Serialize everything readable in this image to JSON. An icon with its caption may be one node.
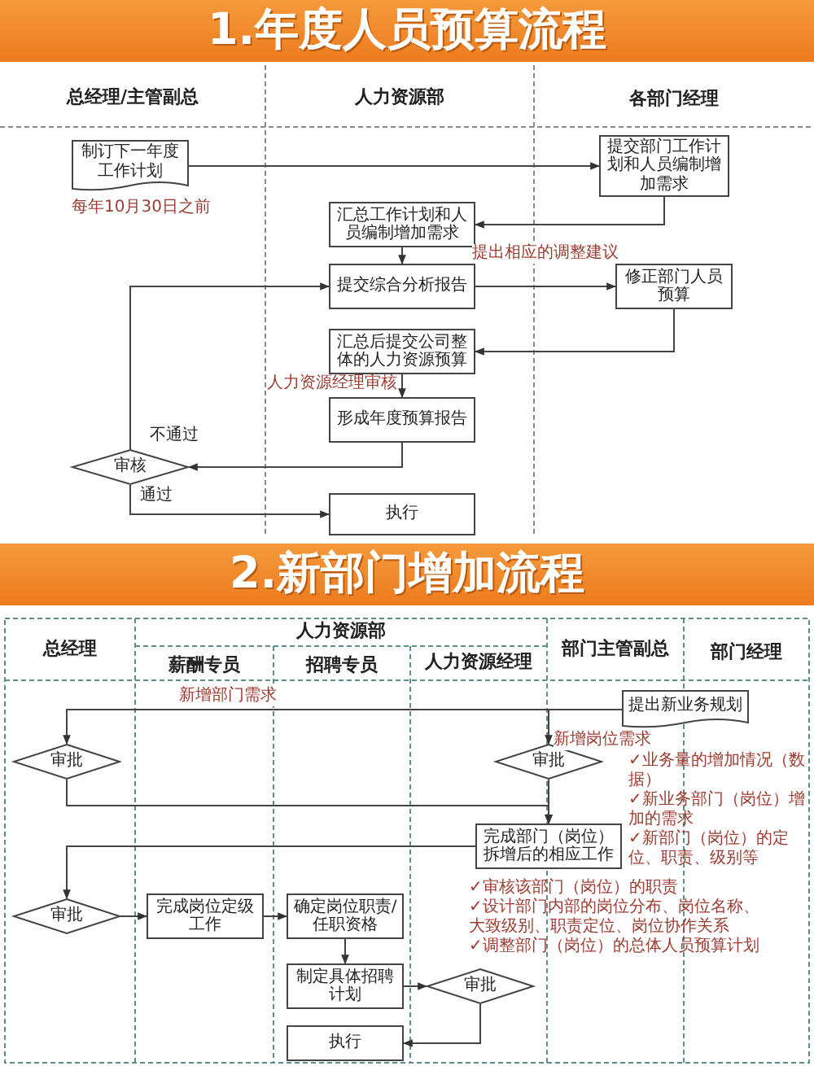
{
  "diagram": {
    "title": "1.年度人员预算流程",
    "nodes": [
      {
        "text": [
          "制订下一年度工作计划"
        ],
        "beside": [
          "每年10月30日之前"
        ]
      },
      {
        "text": [
          "提交部门工作计划和人员编制增加需求"
        ]
      },
      {
        "text": [
          "汇总工作计划和人员编制增加需求"
        ]
      },
      {
        "text": [
          "提交综合分析报告"
        ]
      },
      {
        "text": [
          "修正部门人员预算"
        ]
      },
      {
        "text": [
          "汇总后提交公司整体的人力资源预算"
        ]
      },
      {
        "text": [
          "形成年度预算报告"
        ]
      },
      {
        "text": [
          "审核"
        ]
      },
      {
        "text": [
          "执行"
        ]
      },
      {
        "text": [
          "提出新业务规划"
        ]
      },
      {
        "text": [
          "审批"
        ]
      },
      {
        "text": [
          "审批"
        ]
      },
      {
        "text": [
          "完成部门（岗位）拆增后的相应工作"
        ],
        "beside": [
          "✓审核该部门（岗位）的职责",
          "✓设计部门内部的岗位分布、岗位名称、大致级别、职责定位、岗位协作关系",
          "✓调整部门（岗位）的总体人员预算计划"
        ]
      },
      {
        "text": [
          "审批"
        ]
      },
      {
        "text": [
          "完成岗位定级工作"
        ]
      },
      {
        "text": [
          "确定岗位职责/任职资格"
        ]
      },
      {
        "text": [
          "制定具体招聘计划"
        ]
      },
      {
        "text": [
          "审批"
        ]
      },
      {
        "text": [
          "执行"
        ]
      }
    ],
    "edges": [
      {
        "from": 0,
        "to": 1,
        "arrow": "to"
      },
      {
        "from": 1,
        "to": 2,
        "arrow": "to"
      },
      {
        "from": 2,
        "to": 3,
        "arrow": "to"
      },
      {
        "from": 3,
        "to": 4,
        "arrow": "to",
        "label": "提出相应的调整建议"
      },
      {
        "from": 4,
        "to": 5,
        "arrow": "to"
      },
      {
        "from": 5,
        "to": 6,
        "arrow": "to",
        "label": "人力资源经理审核"
      },
      {
        "from": 6,
        "to": 7,
        "arrow": "to"
      },
      {
        "from": 7,
        "to": 3,
        "arrow": "to",
        "label": "不通过"
      },
      {
        "from": 7,
        "to": 8,
        "arrow": "to",
        "label": "通过"
      },
      {
        "from": 9,
        "to": 10,
        "arrow": "to",
        "label": "新增部门需求"
      },
      {
        "from": 9,
        "to": 11,
        "arrow": "to",
        "label": "新增岗位需求"
      },
      {
        "from": 10,
        "to": 12,
        "arrow": "to"
      },
      {
        "from": 11,
        "to": 12,
        "arrow": "to"
      },
      {
        "from": 12,
        "to": 13,
        "arrow": "to"
      },
      {
        "from": 13,
        "to": 14,
        "arrow": "to"
      },
      {
        "from": 14,
        "to": 15,
        "arrow": "to"
      },
      {
        "from": 15,
        "to": 16,
        "arrow": "to"
      },
      {
        "from": 16,
        "to": 17,
        "arrow": "to"
      },
      {
        "from": 17,
        "to": 18,
        "arrow": "to"
      }
    ],
    "labels": [
      "总经理/主管副总",
      "人力资源部",
      "各部门经理",
      "2.新部门增加流程",
      "总经理",
      "人力资源部",
      "薪酬专员",
      "招聘专员",
      "人力资源经理",
      "部门主管副总",
      "部门经理",
      "✓业务量的增加情况（数据）",
      "✓新业务部门（岗位）增加的需求",
      "✓新部门（岗位）的定位、职责、级别等"
    ]
  }
}
